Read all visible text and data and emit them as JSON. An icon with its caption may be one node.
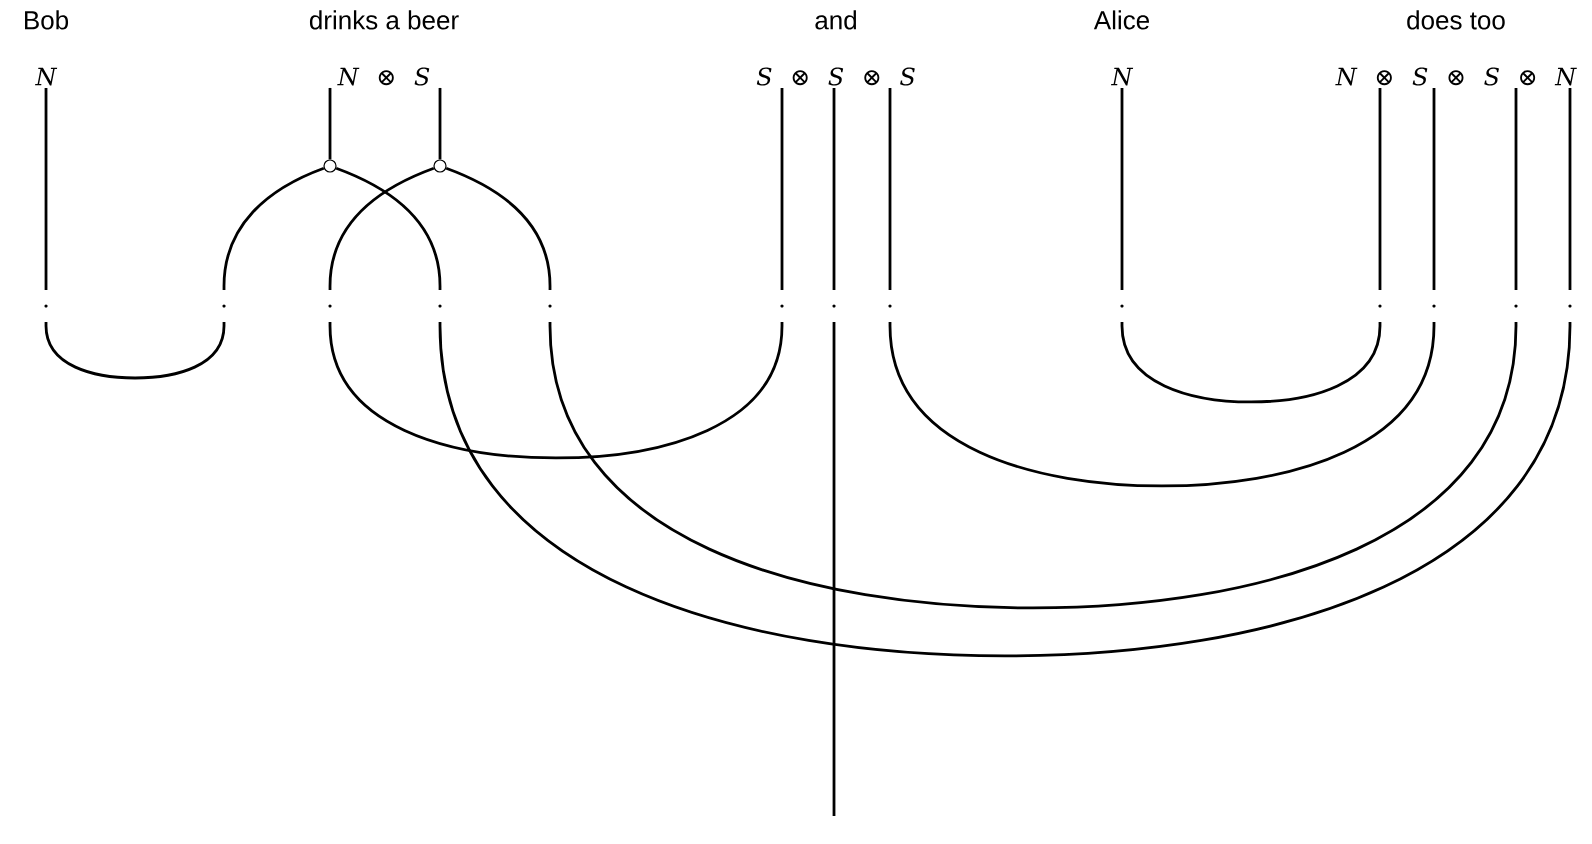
{
  "diagram": {
    "nodes": [
      {
        "text": [
          "Bob",
          "N"
        ]
      },
      {
        "text": [
          "drinks a beer",
          "N ⊗ S"
        ]
      },
      {
        "text": [
          "and",
          "S ⊗ S ⊗ S"
        ]
      },
      {
        "text": [
          "Alice",
          "N"
        ]
      },
      {
        "text": [
          "does too",
          "N ⊗ S ⊗ S ⊗ N"
        ]
      },
      {
        "text": [],
        "shape": "circle"
      },
      {
        "text": [],
        "shape": "circle"
      }
    ],
    "edges": [
      {
        "from": 0,
        "to": 5,
        "arrow": "none"
      },
      {
        "from": 5,
        "to": 4,
        "arrow": "none"
      },
      {
        "from": 6,
        "to": 2,
        "arrow": "none"
      },
      {
        "from": 6,
        "to": 4,
        "arrow": "none"
      },
      {
        "from": 2,
        "to": 4,
        "arrow": "none"
      },
      {
        "from": 3,
        "to": 4,
        "arrow": "none"
      },
      {
        "from": 2,
        "to": null,
        "arrow": "none"
      },
      {
        "from": 1,
        "to": 5,
        "arrow": "none"
      },
      {
        "from": 1,
        "to": 6,
        "arrow": "none"
      }
    ]
  }
}
